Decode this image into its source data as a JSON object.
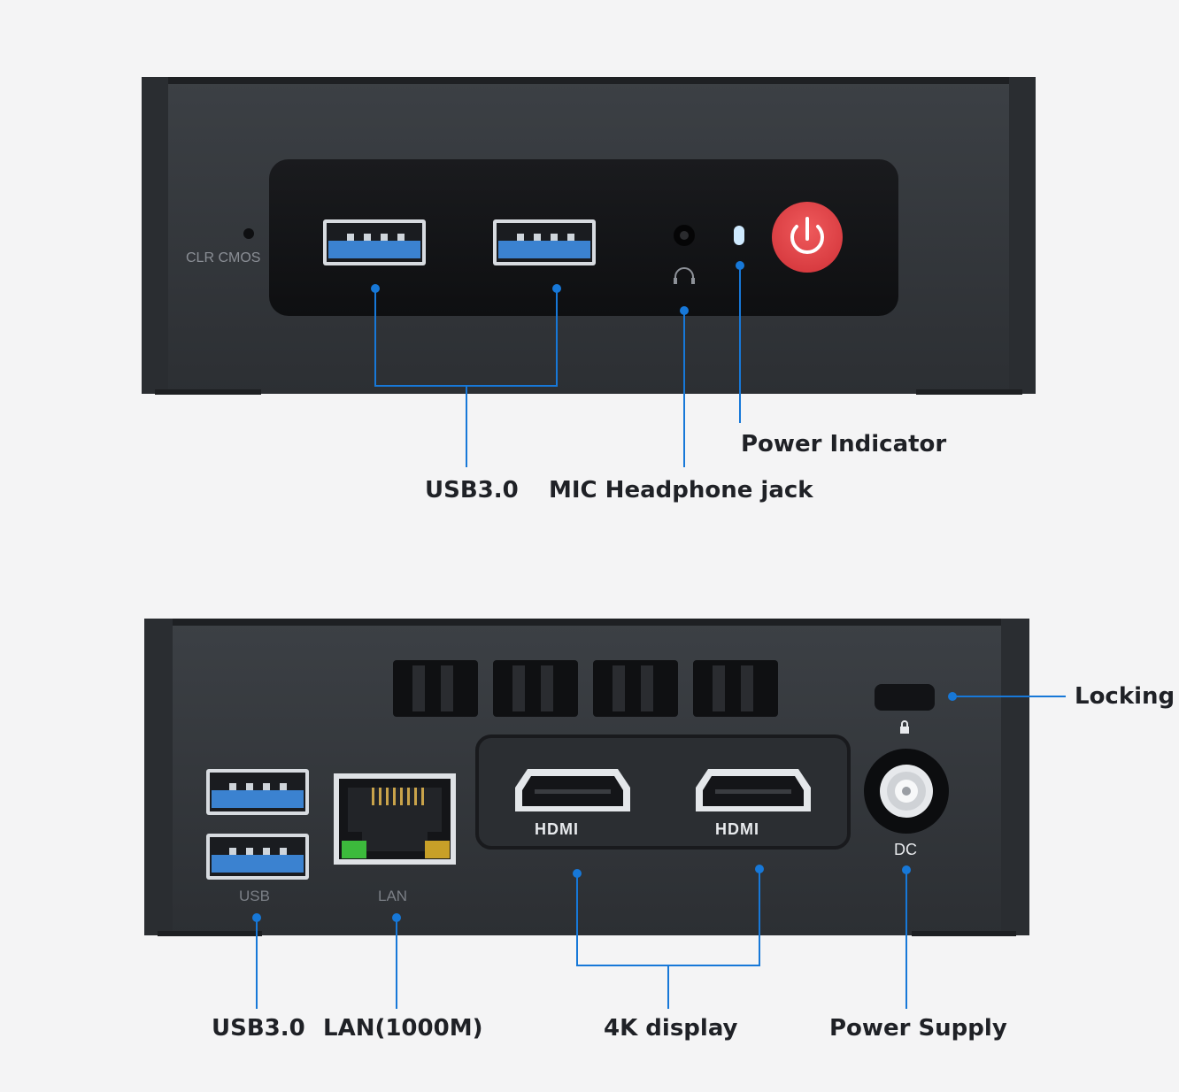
{
  "front": {
    "clr_cmos_label": "CLR  CMOS",
    "callouts": {
      "usb": "USB3.0",
      "mic": "MIC Headphone jack",
      "power_indicator": "Power Indicator"
    }
  },
  "rear": {
    "port_labels": {
      "usb": "USB",
      "lan": "LAN",
      "hdmi_1": "HDMI",
      "hdmi_2": "HDMI",
      "dc": "DC"
    },
    "callouts": {
      "locking": "Locking",
      "usb": "USB3.0",
      "lan": "LAN(1000M)",
      "display": "4K display",
      "power_supply": "Power Supply"
    }
  },
  "colors": {
    "background": "#f4f4f5",
    "chassis": "#34373c",
    "panel": "#121316",
    "usb_tongue": "#3b82d0",
    "power_button": "#e2474b",
    "leader_line": "#1778d8",
    "led_indicator": "#cfeaff"
  }
}
